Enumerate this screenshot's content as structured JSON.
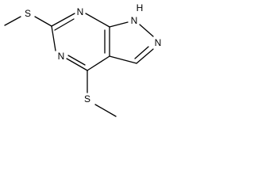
{
  "molecule": {
    "atoms": {
      "s_top": "S",
      "n_top": "N",
      "nh_h": "H",
      "nh_n": "N",
      "n_right": "N",
      "n_left": "N",
      "s_bottom": "S"
    }
  }
}
